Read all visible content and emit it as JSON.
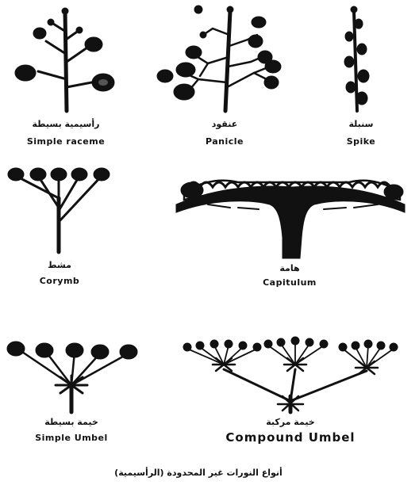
{
  "colors": {
    "ink": "#111111",
    "paper": "#ffffff"
  },
  "panels": {
    "simple_raceme": {
      "label_ar": "رأسيمية بسيطة",
      "label_en": "Simple raceme"
    },
    "panicle": {
      "label_ar": "عنقود",
      "label_en": "Panicle"
    },
    "spike": {
      "label_ar": "سنبلة",
      "label_en": "Spike"
    },
    "corymb": {
      "label_ar": "مشط",
      "label_en": "Corymb"
    },
    "capitulum": {
      "label_ar": "هامة",
      "label_en": "Capitulum"
    },
    "simple_umbel": {
      "label_ar": "خيمة بسيطة",
      "label_en": "Simple Umbel"
    },
    "compound_umbel": {
      "label_ar": "خيمة مركبة",
      "label_en": "Compound Umbel"
    }
  },
  "caption": "أنواع النورات غير المحدودة (الرأسيمية)"
}
